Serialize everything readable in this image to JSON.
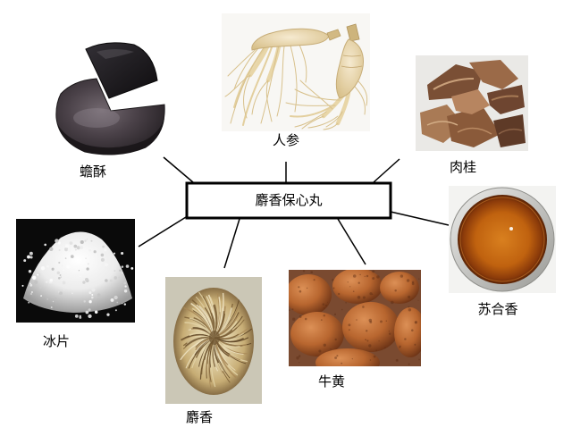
{
  "center": {
    "label": "麝香保心丸"
  },
  "ingredients": {
    "chansu": {
      "label": "蟾酥"
    },
    "renshen": {
      "label": "人参"
    },
    "rougui": {
      "label": "肉桂"
    },
    "suhexiang": {
      "label": "苏合香"
    },
    "niuhuang": {
      "label": "牛黄"
    },
    "shexiang": {
      "label": "麝香"
    },
    "bingpian": {
      "label": "冰片"
    }
  },
  "colors": {
    "connector": "#000000",
    "center_border": "#000000",
    "background": "#ffffff"
  }
}
